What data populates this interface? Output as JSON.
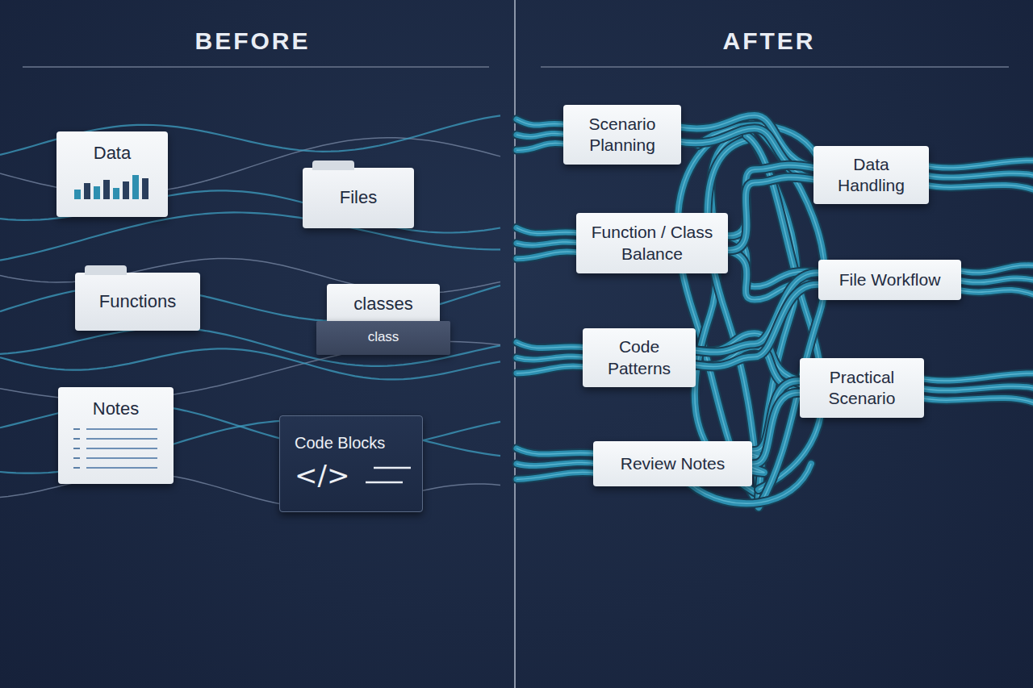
{
  "diagram": {
    "nodes": [
      {
        "text": [
          "Data"
        ]
      },
      {
        "text": [
          "Files"
        ]
      },
      {
        "text": [
          "Functions"
        ]
      },
      {
        "text": [
          "classes",
          "class"
        ]
      },
      {
        "text": [
          "Notes"
        ]
      },
      {
        "text": [
          "Code Blocks",
          "</>"
        ]
      },
      {
        "text": [
          "Scenario Planning"
        ]
      },
      {
        "text": [
          "Data Handling"
        ]
      },
      {
        "text": [
          "Function / Class Balance"
        ]
      },
      {
        "text": [
          "File Workflow"
        ]
      },
      {
        "text": [
          "Code Patterns"
        ]
      },
      {
        "text": [
          "Practical Scenario"
        ]
      },
      {
        "text": [
          "Review Notes"
        ]
      }
    ],
    "labels": [
      "BEFORE",
      "AFTER"
    ]
  }
}
